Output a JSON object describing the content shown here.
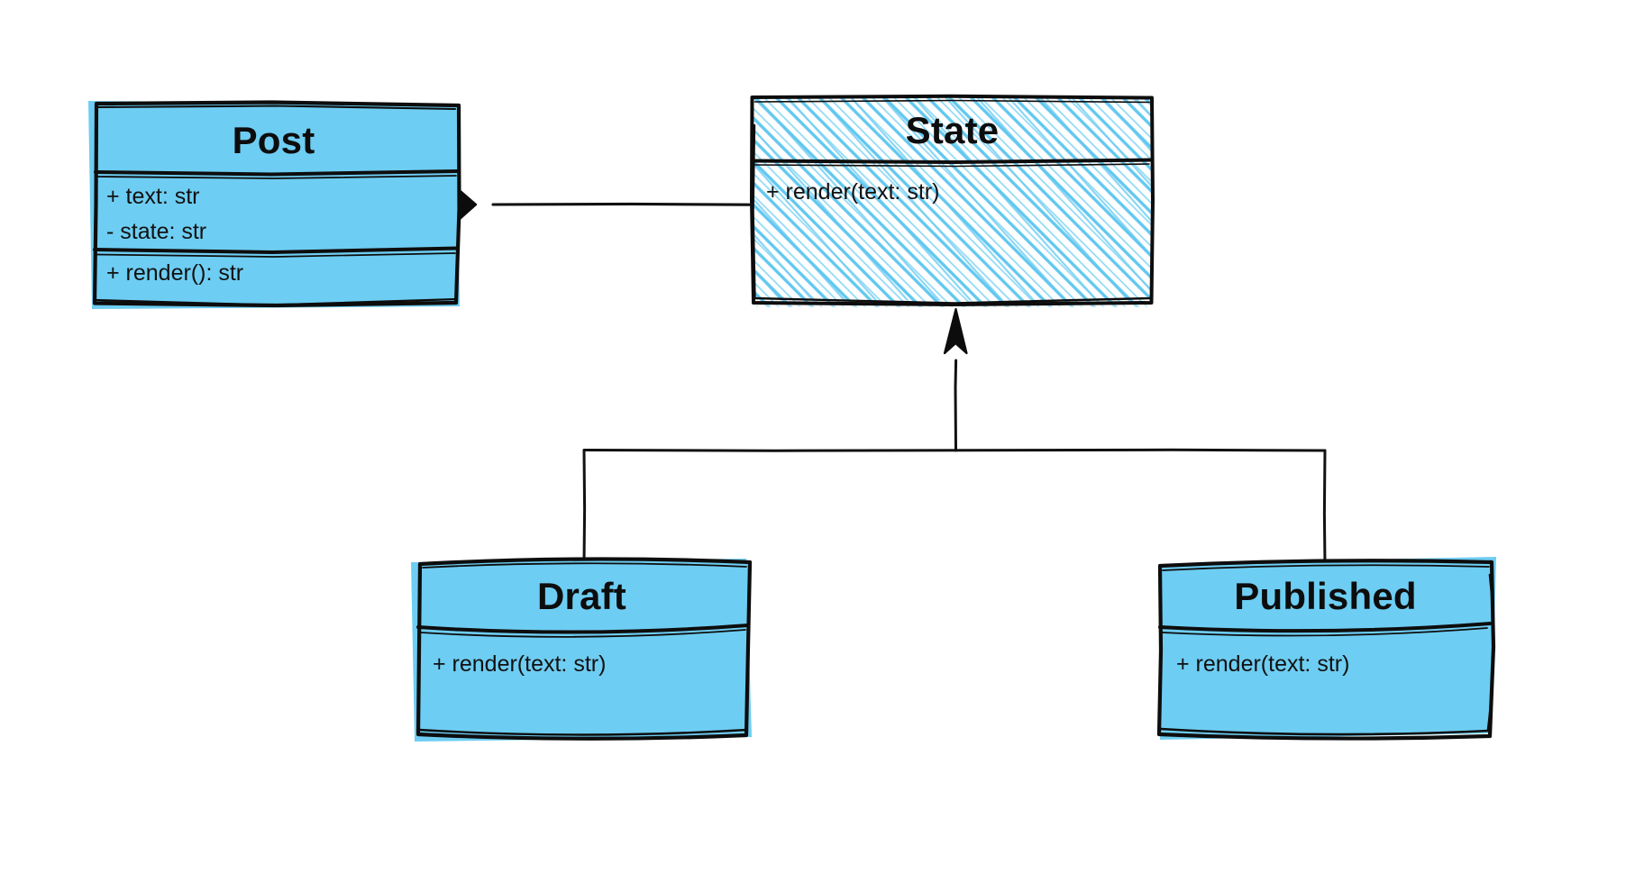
{
  "diagram": {
    "kind": "uml-class-diagram",
    "style": "hand-drawn sketch",
    "background_color": "#ffffff",
    "fill_color": "#6ecdf2",
    "stroke_color": "#111111",
    "text_color": "#111111"
  },
  "classes": {
    "post": {
      "name": "Post",
      "stereotype": "concrete",
      "fill": "#6ecdf2",
      "attributes": [
        "+ text: str",
        "- state: str"
      ],
      "methods": [
        "+ render(): str"
      ]
    },
    "state": {
      "name": "State",
      "stereotype": "abstract",
      "fill": "hatched",
      "attributes": [],
      "methods": [
        "+ render(text: str)"
      ]
    },
    "draft": {
      "name": "Draft",
      "stereotype": "concrete",
      "fill": "#6ecdf2",
      "attributes": [],
      "methods": [
        "+ render(text: str)"
      ]
    },
    "published": {
      "name": "Published",
      "stereotype": "concrete",
      "fill": "#6ecdf2",
      "attributes": [],
      "methods": [
        "+ render(text: str)"
      ]
    }
  },
  "relationships": [
    {
      "id": "post-state",
      "type": "composition",
      "from": "post",
      "to": "state",
      "marker": "filled-diamond",
      "label": ""
    },
    {
      "id": "draft-state",
      "type": "generalization",
      "from": "draft",
      "to": "state",
      "marker": "filled-arrow",
      "label": ""
    },
    {
      "id": "published-state",
      "type": "generalization",
      "from": "published",
      "to": "state",
      "marker": "filled-arrow",
      "label": ""
    }
  ]
}
